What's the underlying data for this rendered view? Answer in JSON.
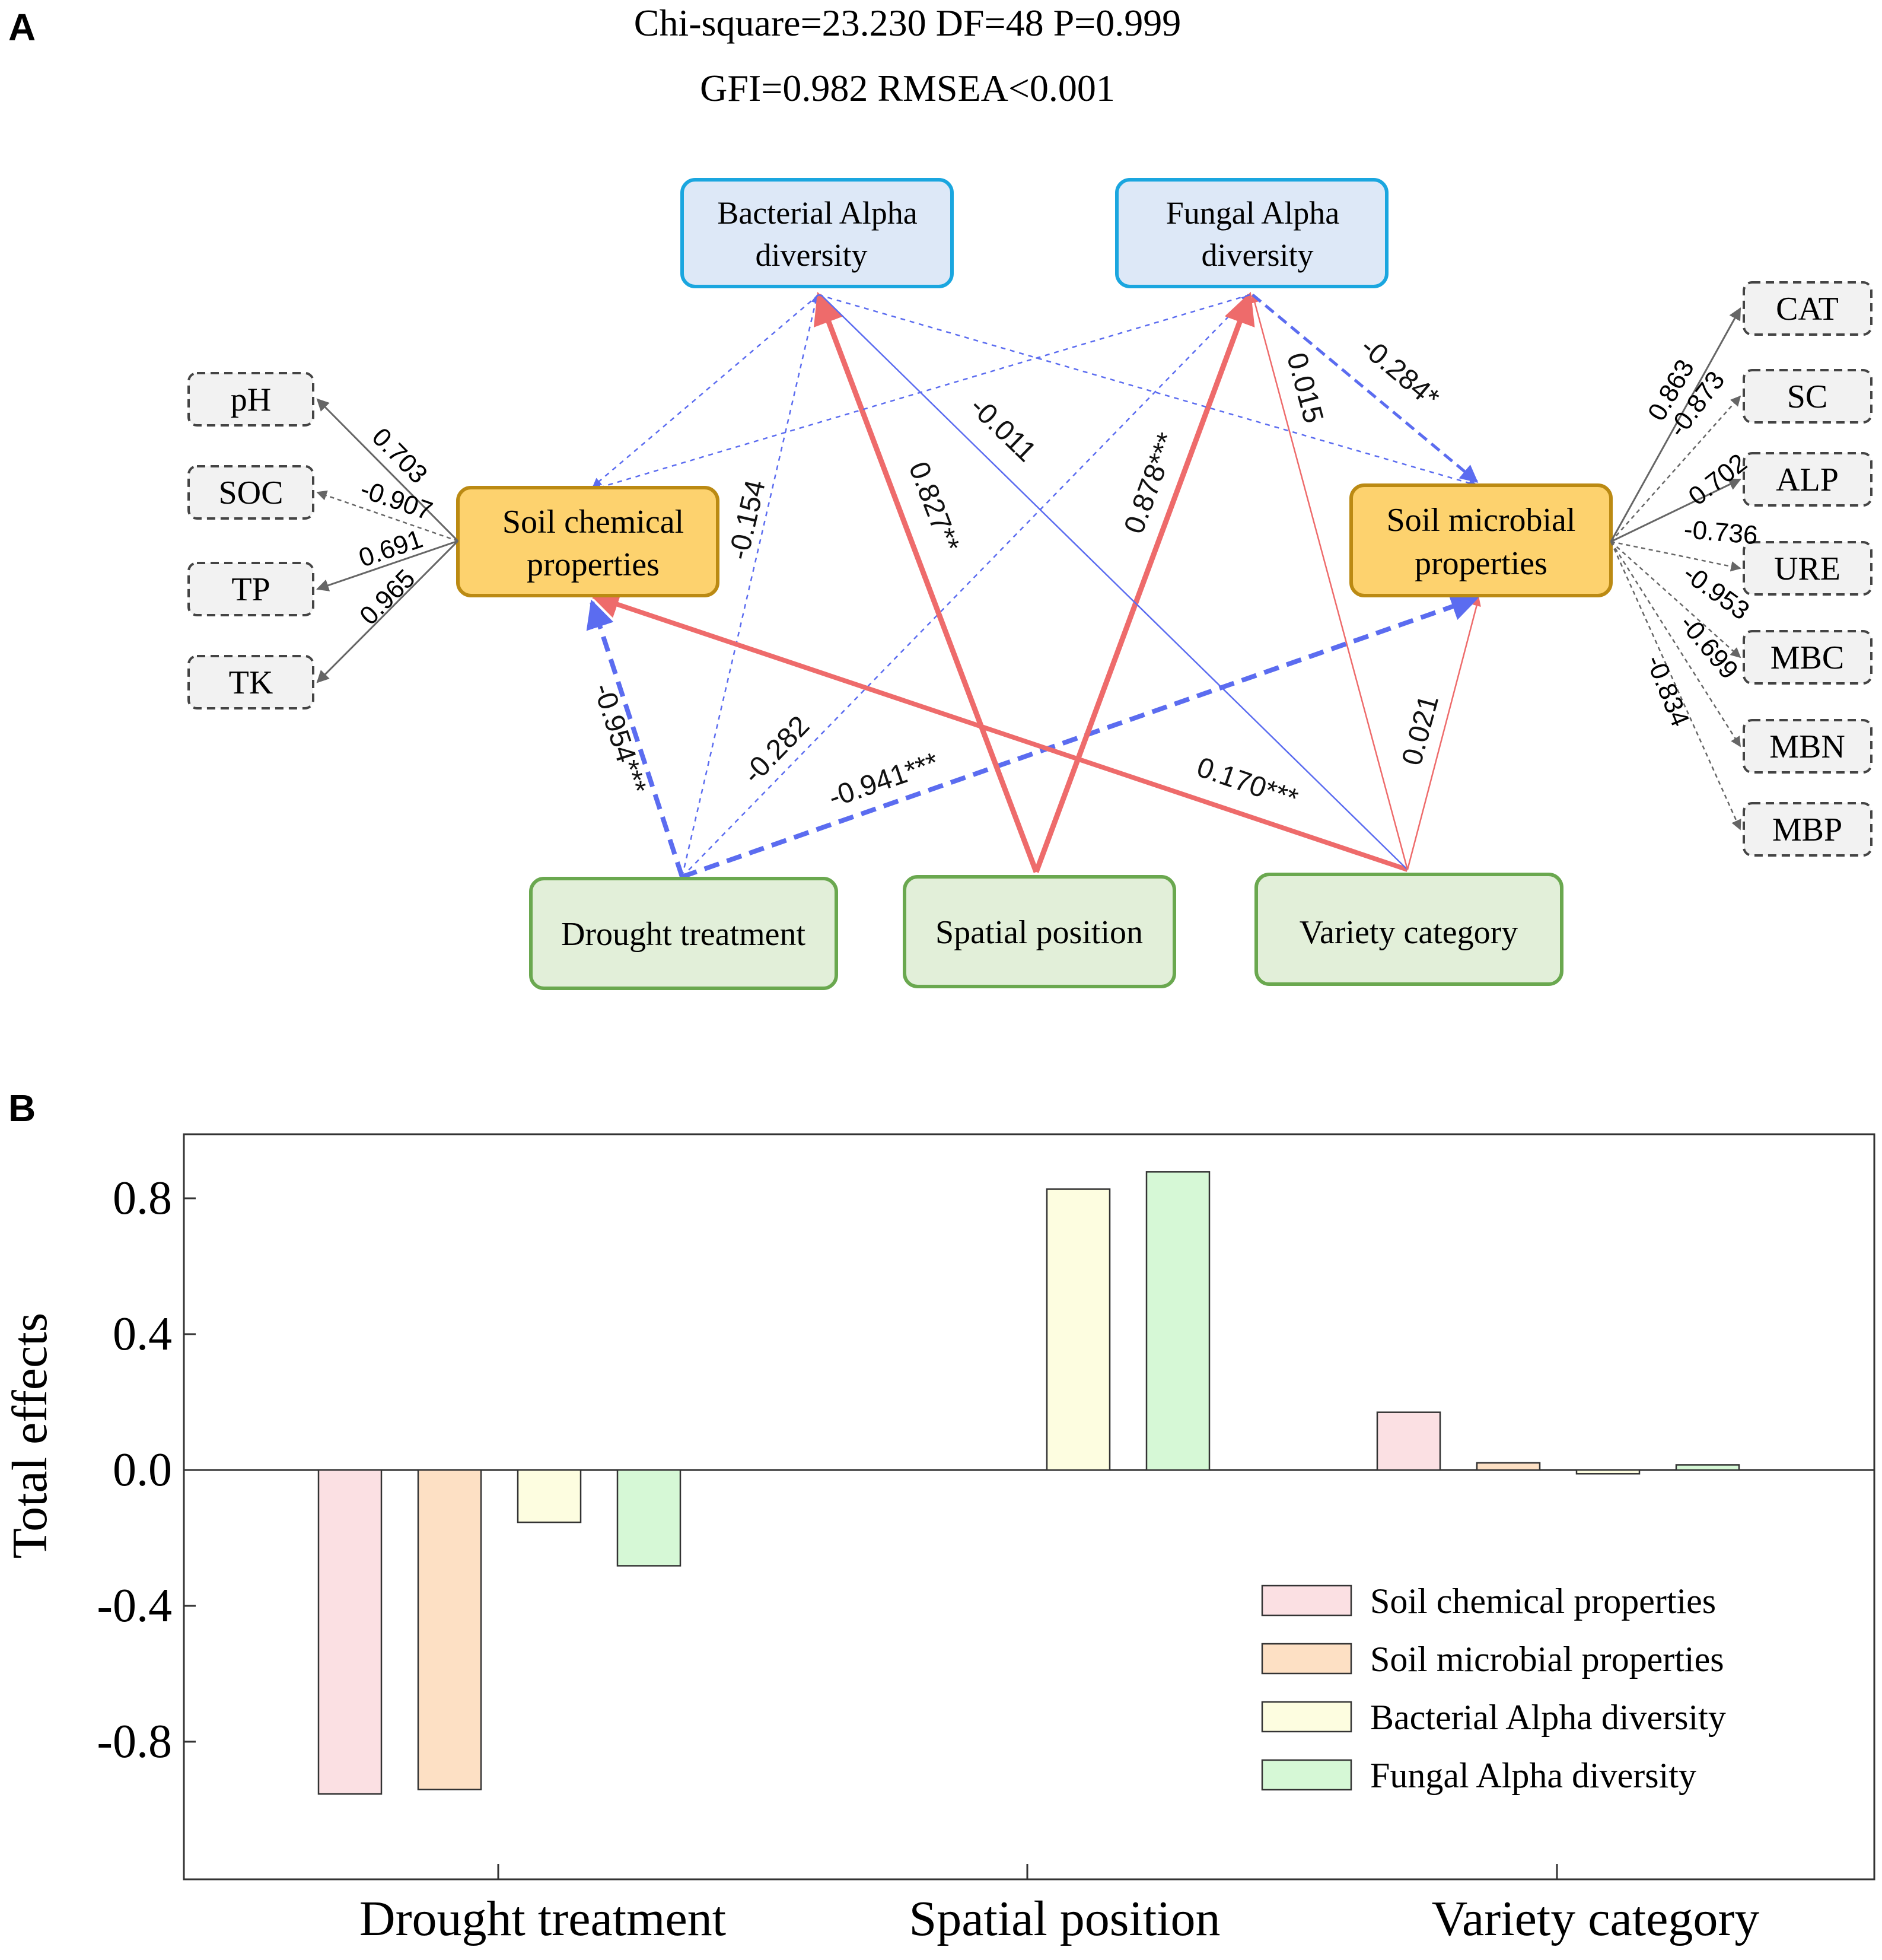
{
  "panel_a": {
    "label": "A",
    "fit_line1": "Chi-square=23.230  DF=48  P=0.999",
    "fit_line2": "GFI=0.982  RMSEA<0.001",
    "nodes": {
      "bacterial": {
        "line1": "Bacterial  Alpha",
        "line2": "diversity"
      },
      "fungal": {
        "line1": "Fungal  Alpha",
        "line2": "diversity"
      },
      "soil_chem": {
        "line1": "Soil chemical",
        "line2": "properties"
      },
      "soil_micro": {
        "line1": "Soil microbial",
        "line2": "properties"
      },
      "drought": {
        "line1": "Drought treatment"
      },
      "spatial": {
        "line1": "Spatial position"
      },
      "variety": {
        "line1": "Variety category"
      }
    },
    "chem_indicators": [
      {
        "name": "pH",
        "loading": "0.703"
      },
      {
        "name": "SOC",
        "loading": "-0.907"
      },
      {
        "name": "TP",
        "loading": "0.691"
      },
      {
        "name": "TK",
        "loading": "0.965"
      }
    ],
    "micro_indicators": [
      {
        "name": "CAT",
        "loading": "0.863"
      },
      {
        "name": "SC",
        "loading": "-0.873"
      },
      {
        "name": "ALP",
        "loading": "0.702"
      },
      {
        "name": "URE",
        "loading": "-0.736"
      },
      {
        "name": "MBC",
        "loading": "-0.953"
      },
      {
        "name": "MBN",
        "loading": "-0.699"
      },
      {
        "name": "MBP",
        "loading": "-0.834"
      }
    ],
    "paths": [
      {
        "id": "drought-soilchem",
        "label": "-0.954***",
        "color": "#5b6cf0"
      },
      {
        "id": "drought-bacterial",
        "label": "-0.154",
        "color": "#5b6cf0"
      },
      {
        "id": "drought-fungal",
        "label": "-0.282",
        "color": "#5b6cf0"
      },
      {
        "id": "drought-soilmicro",
        "label": "-0.941***",
        "color": "#5b6cf0"
      },
      {
        "id": "spatial-bacterial",
        "label": "0.827**",
        "color": "#ee6b6b"
      },
      {
        "id": "spatial-fungal",
        "label": "0.878***",
        "color": "#ee6b6b"
      },
      {
        "id": "variety-soilchem",
        "label": "0.170***",
        "color": "#ee6b6b"
      },
      {
        "id": "variety-bacterial",
        "label": "-0.011",
        "color": "#5b6cf0"
      },
      {
        "id": "variety-fungal",
        "label": "0.015",
        "color": "#ee6b6b"
      },
      {
        "id": "variety-soilmicro",
        "label": "0.021",
        "color": "#ee6b6b"
      },
      {
        "id": "fungal-soilmicro",
        "label": "-0.284*",
        "color": "#5b6cf0"
      },
      {
        "id": "bacterial-soilchem",
        "label": "",
        "color": "#5b6cf0"
      },
      {
        "id": "bacterial-soilmicro",
        "label": "",
        "color": "#5b6cf0"
      },
      {
        "id": "fungal-soilchem",
        "label": "",
        "color": "#5b6cf0"
      }
    ]
  },
  "panel_b": {
    "label": "B",
    "colors": {
      "Soil chemical properties": "#fbe0e3",
      "Soil microbial properties": "#fde0c4",
      "Bacterial Alpha diversity": "#fdfde0",
      "Fungal Alpha diversity": "#d6f8d6"
    }
  },
  "chart_data": {
    "type": "bar",
    "ylabel": "Total effects",
    "xlabel": "",
    "ylim": [
      -1.2,
      1.0
    ],
    "yticks": [
      0.8,
      0.4,
      0.0,
      -0.4,
      -0.8
    ],
    "ytick_labels": [
      "0.8",
      "0.4",
      "0.0",
      "-0.4",
      "-0.8"
    ],
    "categories": [
      "Drought treatment",
      "Spatial position",
      "Variety category"
    ],
    "legend_position": "bottom-right",
    "grid": false,
    "series": [
      {
        "name": "Soil chemical properties",
        "values": [
          -0.954,
          0,
          0.17
        ]
      },
      {
        "name": "Soil microbial properties",
        "values": [
          -0.941,
          0,
          0.021
        ]
      },
      {
        "name": "Bacterial Alpha diversity",
        "values": [
          -0.154,
          0.827,
          -0.011
        ]
      },
      {
        "name": "Fungal Alpha diversity",
        "values": [
          -0.282,
          0.878,
          0.015
        ]
      }
    ]
  }
}
